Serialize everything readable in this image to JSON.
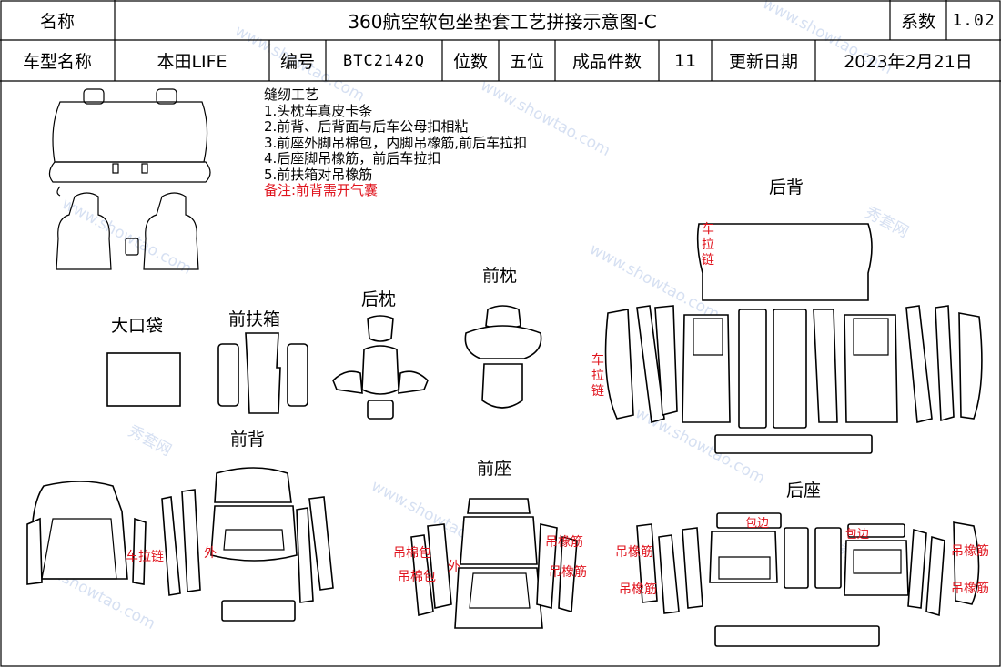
{
  "header": {
    "name_label": "名称",
    "title": "360航空软包坐垫套工艺拼接示意图-C",
    "coef_label": "系数",
    "coef_value": "1.02",
    "model_label": "车型名称",
    "model_value": "本田LIFE",
    "code_label": "编号",
    "code_value": "BTC2142Q",
    "seats_label": "位数",
    "seats_value": "五位",
    "pieces_label": "成品件数",
    "pieces_value": "11",
    "date_label": "更新日期",
    "date_value": "2023年2月21日"
  },
  "notes": {
    "heading": "缝纫工艺",
    "items": [
      "1.头枕车真皮卡条",
      "2.前背、后背面与后车公母扣相粘",
      "3.前座外脚吊棉包，内脚吊橡筋,前后车拉扣",
      "4.后座脚吊橡筋，前后车拉扣",
      "5.前扶箱对吊橡筋"
    ],
    "remark": "备注:前背需开气囊"
  },
  "sections": {
    "big_pocket": "大口袋",
    "front_armrest": "前扶箱",
    "rear_headrest": "后枕",
    "front_headrest": "前枕",
    "rear_back": "后背",
    "front_back": "前背",
    "front_seat": "前座",
    "rear_seat": "后座"
  },
  "annotations": {
    "zipper": "车拉链",
    "outer": "外",
    "cotton_bag": "吊棉包",
    "elastic": "吊橡筋",
    "binding": "包边"
  },
  "watermark": {
    "cn": "秀套网",
    "url": "www.showtao.com"
  },
  "colors": {
    "annotation_red": "#e0141e",
    "watermark_blue": "#b6c8e8"
  }
}
